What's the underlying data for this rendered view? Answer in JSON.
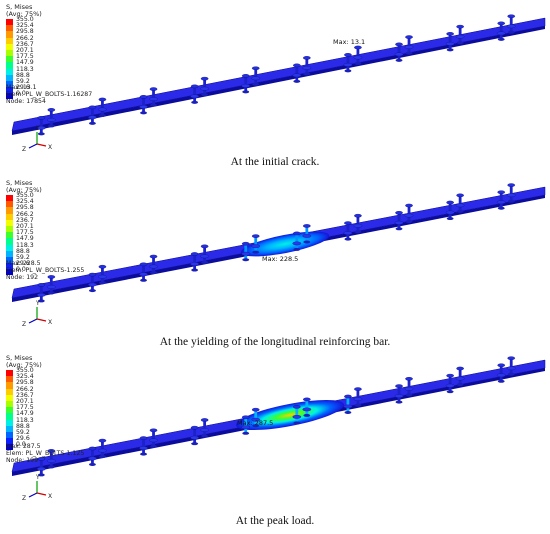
{
  "legend": {
    "title": "S, Mises",
    "subtitle": "(Avg: 75%)",
    "levels": [
      "355.0",
      "325.4",
      "295.8",
      "266.2",
      "236.7",
      "207.1",
      "177.5",
      "147.9",
      "118.3",
      "88.8",
      "59.2",
      "29.6",
      "0.0"
    ],
    "colors": [
      "#ff0000",
      "#ff5a00",
      "#ff9a00",
      "#ffcc00",
      "#f2ff00",
      "#a8ff00",
      "#3cff2e",
      "#00ff8c",
      "#00f0e6",
      "#00b4ff",
      "#0064ff",
      "#0a1eff",
      "#0000c8"
    ]
  },
  "colors": {
    "plate": "#1414d8",
    "plate_top": "#2a2ae8",
    "bolt": "#1c22c8",
    "axis_x": "#d00000",
    "axis_y": "#00a000",
    "axis_z": "#0000c0"
  },
  "axis": {
    "x": "X",
    "y": "Y",
    "z": "Z"
  },
  "panels": [
    {
      "max": "Max: 13.1",
      "elem": "Elem: PL_W_BOLTS-1.16287",
      "node": "Node: 17854",
      "marker": "Max: 13.1",
      "caption": "At the initial crack."
    },
    {
      "max": "Max: 228.5",
      "elem": "Elem: PL_W_BOLTS-1.255",
      "node": "Node: 192",
      "marker": "Max: 228.5",
      "caption": "At the yielding of the longitudinal reinforcing bar."
    },
    {
      "max": "Max: 287.5",
      "elem": "Elem: PL_W_BOLTS-1.125",
      "node": "Node: 199",
      "marker": "Max: 287.5",
      "caption": "At the peak load."
    }
  ]
}
